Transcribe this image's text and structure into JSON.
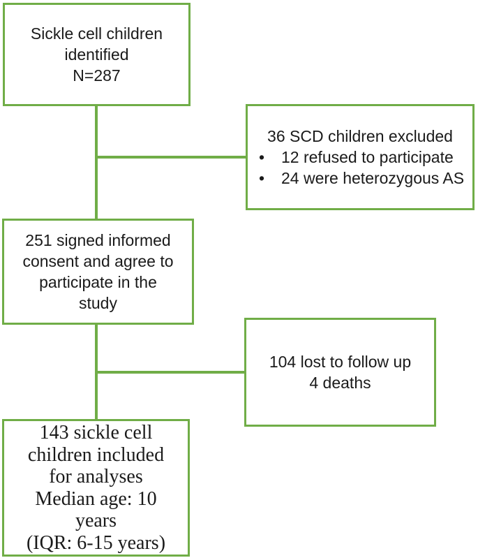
{
  "diagram": {
    "accent_color": "#70AD47",
    "text_color": "#1a1a1a",
    "boxes": {
      "identified": {
        "lines": [
          "Sickle cell children",
          "identified",
          "N=287"
        ]
      },
      "excluded": {
        "title": "36 SCD children excluded",
        "bullet_glyph": "•",
        "bullets": [
          "12 refused to participate",
          "24 were heterozygous AS"
        ]
      },
      "consented": {
        "lines": [
          "251 signed informed",
          "consent and agree to",
          "participate in the",
          "study"
        ]
      },
      "lost": {
        "lines": [
          "104 lost to follow up",
          "4 deaths"
        ]
      },
      "included": {
        "lines": [
          "143 sickle cell",
          "children included",
          "for analyses",
          "Median age: 10",
          "years",
          "(IQR: 6-15 years)"
        ]
      }
    }
  }
}
